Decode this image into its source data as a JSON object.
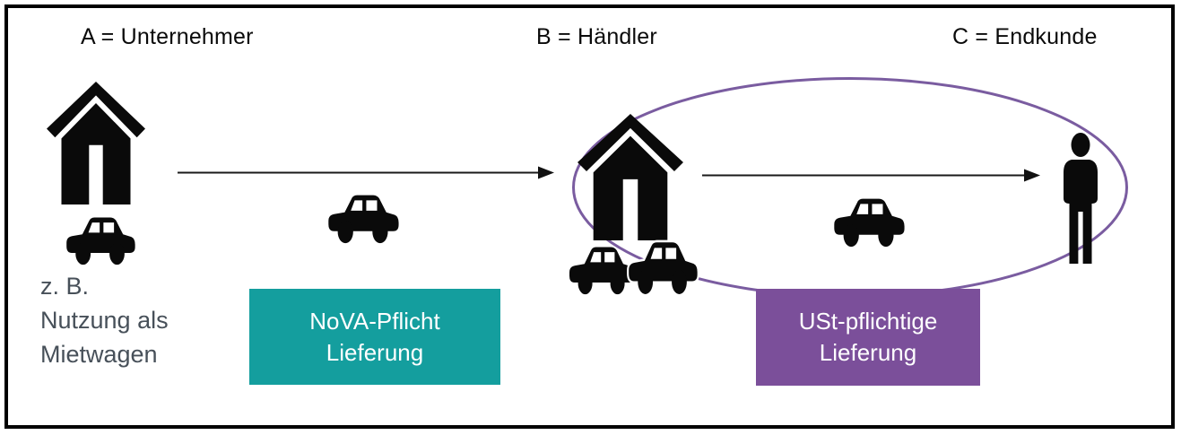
{
  "diagram": {
    "actor_a": {
      "title": "A = Unternehmer",
      "note_lines": [
        "z. B.",
        "Nutzung als",
        "Mietwagen"
      ]
    },
    "actor_b": {
      "title": "B = Händler"
    },
    "actor_c": {
      "title": "C = Endkunde"
    },
    "flow_ab": {
      "line1": "NoVA-Pflicht",
      "line2": "Lieferung",
      "box_color": "#149E9E"
    },
    "flow_bc": {
      "line1": "USt-pflichtige",
      "line2": "Lieferung",
      "box_color": "#7B4F9A"
    },
    "colors": {
      "teal_box": "#149E9E",
      "purple_box": "#7B4F9A",
      "ellipse_stroke": "#7A5CA0",
      "note_text": "#475059",
      "icon_black": "#0A0A0A",
      "box_text": "#FFFFFF",
      "frame_border": "#000000"
    },
    "icons": [
      "house-icon",
      "car-icon",
      "person-icon",
      "arrow-right-icon",
      "ellipse-highlight"
    ]
  }
}
